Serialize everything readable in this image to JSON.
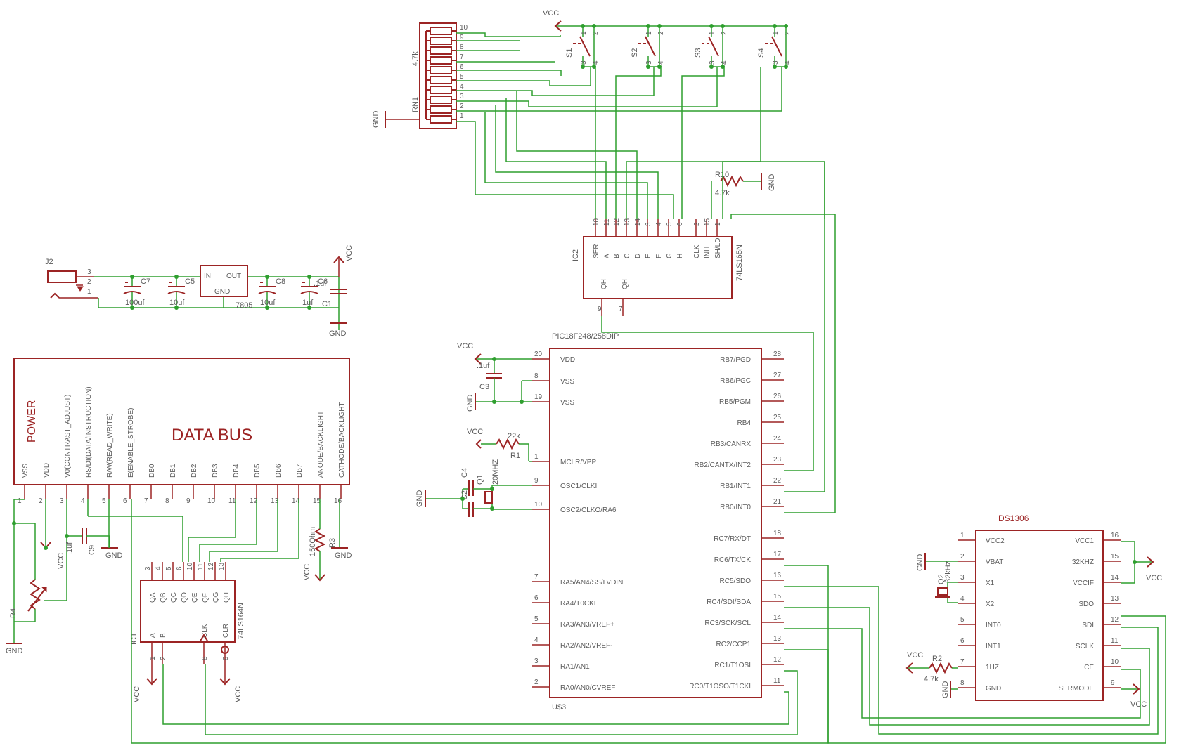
{
  "power_labels": {
    "vcc": "VCC",
    "gnd": "GND"
  },
  "rn1": {
    "name": "RN1",
    "value": "4.7k",
    "pins": [
      "1",
      "2",
      "3",
      "4",
      "5",
      "6",
      "7",
      "8",
      "9",
      "10"
    ]
  },
  "switches": [
    {
      "name": "S1",
      "pins": [
        "1",
        "2",
        "3",
        "4"
      ]
    },
    {
      "name": "S2",
      "pins": [
        "1",
        "2",
        "3",
        "4"
      ]
    },
    {
      "name": "S3",
      "pins": [
        "1",
        "2",
        "3",
        "4"
      ]
    },
    {
      "name": "S4",
      "pins": [
        "1",
        "2",
        "3",
        "4"
      ]
    }
  ],
  "r10": {
    "name": "R10",
    "value": "4.7k"
  },
  "ic2": {
    "name": "IC2",
    "part": "74LS165N",
    "top_pin_numbers": [
      "10",
      "11",
      "12",
      "13",
      "14",
      "3",
      "4",
      "5",
      "6",
      "2",
      "15",
      "1"
    ],
    "top_pin_names": [
      "SER",
      "A",
      "B",
      "C",
      "D",
      "E",
      "F",
      "G",
      "H",
      "CLK",
      "INH",
      "SH/LD"
    ],
    "bottom_pins": [
      {
        "num": "9",
        "name": "QH"
      },
      {
        "num": "7",
        "name": "QH"
      }
    ]
  },
  "regulator": {
    "j2": "J2",
    "j2_pins": [
      "3",
      "2",
      "1"
    ],
    "reg_name": "7805",
    "reg_in": "IN",
    "reg_out": "OUT",
    "reg_gnd": "GND",
    "caps": [
      {
        "name": "C7",
        "value": "100uf"
      },
      {
        "name": "C5",
        "value": "10uf"
      },
      {
        "name": "C8",
        "value": "10uf"
      },
      {
        "name": "C6",
        "value": "1uf"
      },
      {
        "name": "C1",
        "value": ".1uf"
      }
    ]
  },
  "lcd": {
    "power": "POWER",
    "data_bus": "DATA BUS",
    "pins": [
      {
        "num": "1",
        "name": "VSS"
      },
      {
        "num": "2",
        "name": "VDD"
      },
      {
        "num": "3",
        "name": "V0(CONTRAST_ADJUST)"
      },
      {
        "num": "4",
        "name": "RS/DI(DATA/INSTRUCTION)"
      },
      {
        "num": "5",
        "name": "R/W(READ_WRITE)"
      },
      {
        "num": "6",
        "name": "E(ENABLE_STROBE)"
      },
      {
        "num": "7",
        "name": "DB0"
      },
      {
        "num": "8",
        "name": "DB1"
      },
      {
        "num": "9",
        "name": "DB2"
      },
      {
        "num": "10",
        "name": "DB3"
      },
      {
        "num": "11",
        "name": "DB4"
      },
      {
        "num": "12",
        "name": "DB5"
      },
      {
        "num": "13",
        "name": "DB6"
      },
      {
        "num": "14",
        "name": "DB7"
      },
      {
        "num": "15",
        "name": "ANODE/BACKLIGHT"
      },
      {
        "num": "16",
        "name": "CATHODE/BACKLIGHT"
      }
    ]
  },
  "c9": {
    "name": "C9",
    "value": ".1uf"
  },
  "r4": {
    "name": "R4"
  },
  "r3": {
    "name": "R3",
    "value": "150Ohm"
  },
  "ic1": {
    "name": "IC1",
    "part": "74LS164N",
    "top_pin_numbers": [
      "3",
      "4",
      "5",
      "6",
      "10",
      "11",
      "12",
      "13"
    ],
    "top_pin_names": [
      "QA",
      "QB",
      "QC",
      "QD",
      "QE",
      "QF",
      "QG",
      "QH"
    ],
    "bottom_pin_numbers": [
      "1",
      "2",
      "8",
      "9"
    ],
    "bottom_pin_names": [
      "A",
      "B",
      "CLK",
      "CLR"
    ]
  },
  "pic": {
    "name": "PIC18F248/258DIP",
    "ref": "U$3",
    "left_pins": [
      {
        "num": "20",
        "name": "VDD"
      },
      {
        "num": "8",
        "name": "VSS"
      },
      {
        "num": "19",
        "name": "VSS"
      },
      {
        "num": "1",
        "name": "MCLR/VPP"
      },
      {
        "num": "9",
        "name": "OSC1/CLKI"
      },
      {
        "num": "10",
        "name": "OSC2/CLKO/RA6"
      },
      {
        "num": "7",
        "name": "RA5/AN4/SS/LVDIN"
      },
      {
        "num": "6",
        "name": "RA4/T0CKI"
      },
      {
        "num": "5",
        "name": "RA3/AN3/VREF+"
      },
      {
        "num": "4",
        "name": "RA2/AN2/VREF-"
      },
      {
        "num": "3",
        "name": "RA1/AN1"
      },
      {
        "num": "2",
        "name": "RA0/AN0/CVREF"
      }
    ],
    "right_pins": [
      {
        "num": "28",
        "name": "RB7/PGD"
      },
      {
        "num": "27",
        "name": "RB6/PGC"
      },
      {
        "num": "26",
        "name": "RB5/PGM"
      },
      {
        "num": "25",
        "name": "RB4"
      },
      {
        "num": "24",
        "name": "RB3/CANRX"
      },
      {
        "num": "23",
        "name": "RB2/CANTX/INT2"
      },
      {
        "num": "22",
        "name": "RB1/INT1"
      },
      {
        "num": "21",
        "name": "RB0/INT0"
      },
      {
        "num": "18",
        "name": "RC7/RX/DT"
      },
      {
        "num": "17",
        "name": "RC6/TX/CK"
      },
      {
        "num": "16",
        "name": "RC5/SDO"
      },
      {
        "num": "15",
        "name": "RC4/SDI/SDA"
      },
      {
        "num": "14",
        "name": "RC3/SCK/SCL"
      },
      {
        "num": "13",
        "name": "RC2/CCP1"
      },
      {
        "num": "12",
        "name": "RC1/T1OSI"
      },
      {
        "num": "11",
        "name": "RC0/T1OSO/T1CKI"
      }
    ]
  },
  "c3": {
    "name": "C3",
    "value": ".1uf"
  },
  "r1": {
    "name": "R1",
    "value": "22k"
  },
  "osc": {
    "c4": "C4",
    "c2": "C2",
    "q1": "Q1",
    "freq": "20MHZ"
  },
  "ds1306": {
    "name": "DS1306",
    "left_pins": [
      {
        "num": "1",
        "name": "VCC2"
      },
      {
        "num": "2",
        "name": "VBAT"
      },
      {
        "num": "3",
        "name": "X1"
      },
      {
        "num": "4",
        "name": "X2"
      },
      {
        "num": "5",
        "name": "INT0"
      },
      {
        "num": "6",
        "name": "INT1"
      },
      {
        "num": "7",
        "name": "1HZ"
      },
      {
        "num": "8",
        "name": "GND"
      }
    ],
    "right_pins": [
      {
        "num": "16",
        "name": "VCC1"
      },
      {
        "num": "15",
        "name": "32KHZ"
      },
      {
        "num": "14",
        "name": "VCCIF"
      },
      {
        "num": "13",
        "name": "SDO"
      },
      {
        "num": "12",
        "name": "SDI"
      },
      {
        "num": "11",
        "name": "SCLK"
      },
      {
        "num": "10",
        "name": "CE"
      },
      {
        "num": "9",
        "name": "SERMODE"
      }
    ]
  },
  "q2": {
    "name": "Q2",
    "value": "32kHz"
  },
  "r2": {
    "name": "R2",
    "value": "4.7k"
  }
}
